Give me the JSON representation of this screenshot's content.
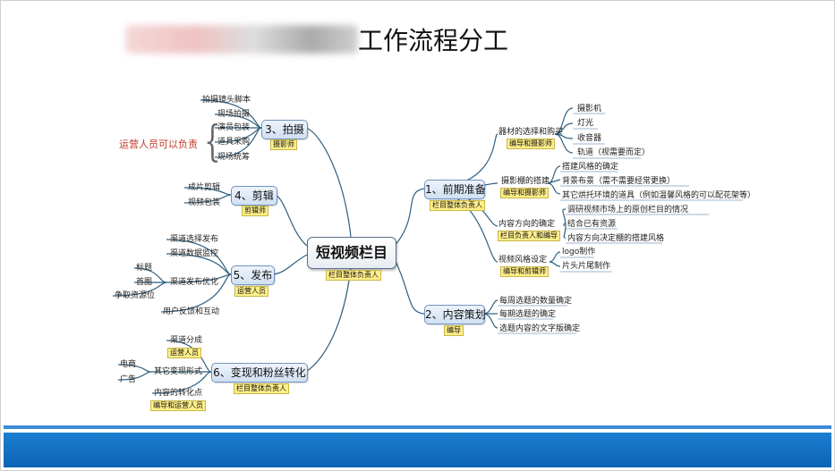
{
  "title": "工作流程分工",
  "center": {
    "label": "短视频栏目",
    "tag": "栏目整体负责人"
  },
  "note": "运营人员可以负责",
  "branches": {
    "b1": {
      "label": "1、前期准备",
      "tag": "栏目整体负责人",
      "equip": {
        "label": "器材的选择和购买",
        "tag": "编导和摄影师",
        "items": [
          "摄影机",
          "灯光",
          "收音器",
          "轨道（视需要而定）"
        ]
      },
      "studio": {
        "label": "摄影棚的搭建",
        "tag": "编导和摄影师",
        "items": [
          "搭建风格的确定",
          "背景布景（需不需要经常更换）",
          "其它烘托环境的道具（例如温馨风格的可以配花架等）"
        ]
      },
      "direction": {
        "label": "内容方向的确定",
        "tag": "栏目负责人和编导",
        "items": [
          "调研视频市场上的原创栏目的情况",
          "结合已有资源",
          "内容方向决定棚的搭建风格"
        ]
      },
      "style": {
        "label": "视频风格设定",
        "tag": "编导和剪辑师",
        "items": [
          "logo制作",
          "片头片尾制作"
        ]
      }
    },
    "b2": {
      "label": "2、内容策划",
      "tag": "编导",
      "items": [
        "每周选题的数量确定",
        "每期选题的确定",
        "选题内容的文字版确定"
      ]
    },
    "b3": {
      "label": "3、拍摄",
      "tag": "摄影师",
      "items": [
        "拍摄镜头脚本",
        "现场拍摄",
        "演员包装",
        "道具采购",
        "现场统筹"
      ]
    },
    "b4": {
      "label": "4、剪辑",
      "tag": "剪辑师",
      "items": [
        "成片剪辑",
        "视频包装"
      ]
    },
    "b5": {
      "label": "5、发布",
      "tag": "运营人员",
      "items": [
        "渠道选择发布",
        "渠道数据监控",
        "渠道发布优化",
        "用户反馈和互动"
      ],
      "optimize": [
        "标题",
        "首图",
        "争取资源位"
      ]
    },
    "b6": {
      "label": "6、变现和粉丝转化",
      "tag": "栏目整体负责人",
      "channel": {
        "label": "渠道分成",
        "tag": "运营人员"
      },
      "other": {
        "label": "其它变现形式",
        "items": [
          "电商",
          "广告"
        ]
      },
      "content": {
        "label": "内容的转化点",
        "tag": "编导和运营人员"
      }
    }
  }
}
